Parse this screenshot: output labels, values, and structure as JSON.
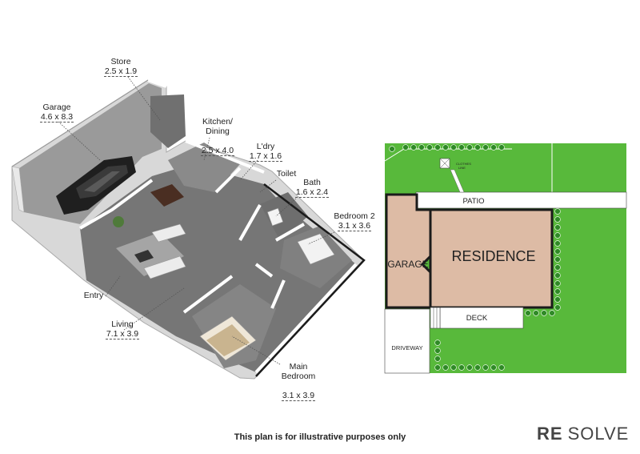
{
  "floorplan": {
    "rooms": [
      {
        "name": "Store",
        "dims": "2.5 x 1.9"
      },
      {
        "name": "Garage",
        "dims": "4.6 x 8.3"
      },
      {
        "name": "Kitchen/\nDining",
        "dims": "2.5 x 4.0"
      },
      {
        "name": "L'dry",
        "dims": "1.7 x 1.6"
      },
      {
        "name": "Toilet",
        "dims": ""
      },
      {
        "name": "Bath",
        "dims": "1.6 x 2.4"
      },
      {
        "name": "Bedroom 2",
        "dims": "3.1 x 3.6"
      },
      {
        "name": "Entry",
        "dims": ""
      },
      {
        "name": "Living",
        "dims": "7.1 x 3.9"
      },
      {
        "name": "Main\nBedroom",
        "dims": "3.1 x 3.9"
      }
    ]
  },
  "siteplan": {
    "clothes_line": "CLOTHES\nLINE",
    "patio": "PATIO",
    "garage": "GARAGE",
    "residence": "RESIDENCE",
    "deck": "DECK",
    "driveway": "DRIVEWAY"
  },
  "colors": {
    "lawn": "#58b93b",
    "house": "#ddbba5",
    "floor": "#7b7b7b",
    "wall": "#ffffff"
  },
  "footer": {
    "disclaimer": "This plan is for illustrative purposes only",
    "logo_re": "RE",
    "logo_solve": "SOLVE"
  }
}
